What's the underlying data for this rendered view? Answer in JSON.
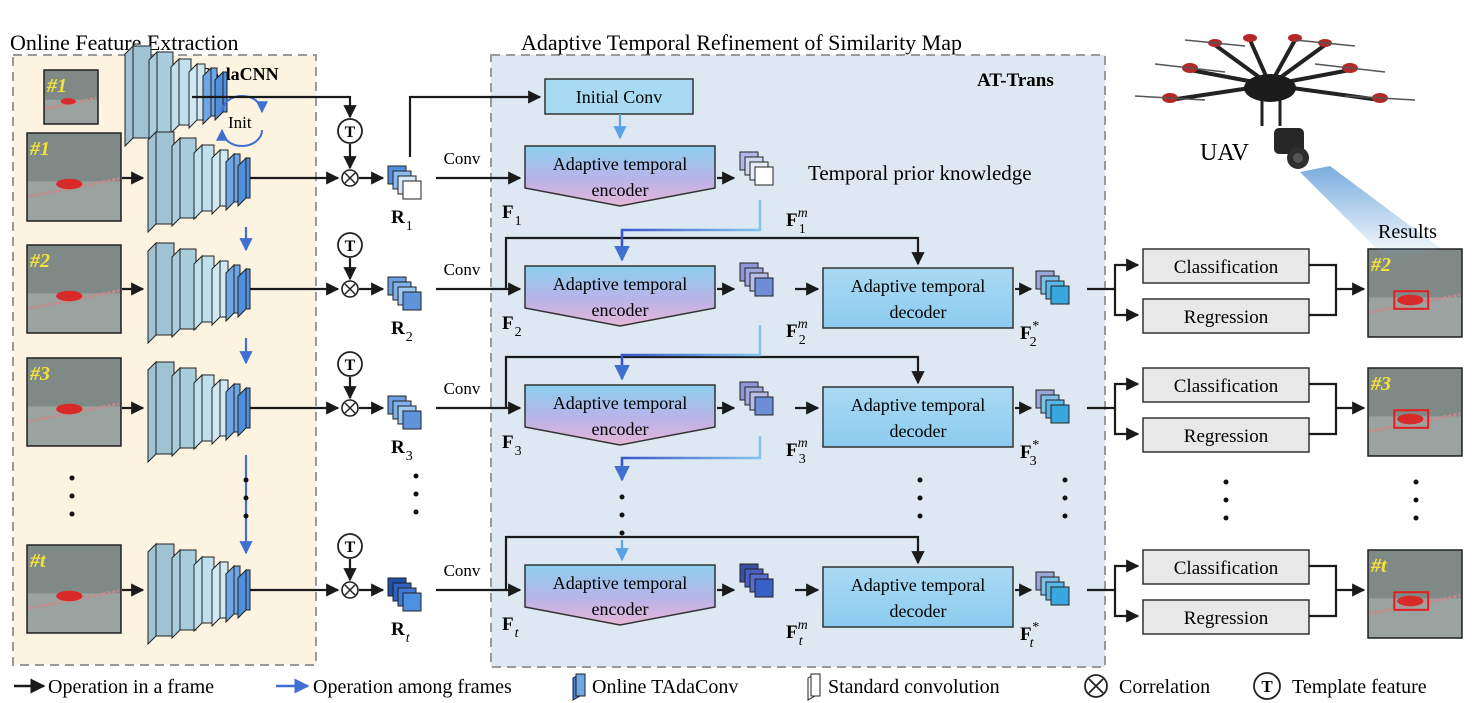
{
  "sections": {
    "online_title": "Online Feature Extraction",
    "adaptive_title": "Adaptive Temporal Refinement of Similarity Map",
    "tadacnn_label": "TAdaCNN",
    "attrans_label": "AT-Trans",
    "init_label": "Init",
    "uav_label": "UAV",
    "results_label": "Results",
    "temporal_prior": "Temporal prior knowledge",
    "initial_conv": "Initial Conv",
    "conv_label": "Conv",
    "template_symbol": "T"
  },
  "frames": [
    "#1",
    "#1",
    "#2",
    "#3",
    "#t"
  ],
  "result_frames": [
    "#2",
    "#3",
    "#t"
  ],
  "encoder_label": [
    "Adaptive temporal",
    "encoder"
  ],
  "decoder_label": [
    "Adaptive temporal",
    "decoder"
  ],
  "heads": {
    "classification": "Classification",
    "regression": "Regression"
  },
  "symbols": {
    "R": [
      "1",
      "2",
      "3",
      "t"
    ],
    "F": [
      "1",
      "2",
      "3",
      "t"
    ],
    "Fm": [
      "1",
      "2",
      "3",
      "t"
    ],
    "Fstar": [
      "2",
      "3",
      "t"
    ]
  },
  "legend": {
    "op_frame": "Operation in a frame",
    "op_among": "Operation among frames",
    "online_tada": "Online TAdaConv",
    "standard_conv": "Standard convolution",
    "correlation": "Correlation",
    "template": "Template feature"
  },
  "colors": {
    "online_panel": "#fdf3e1",
    "adaptive_panel": "#dde8f3",
    "arrow_dark": "#1a1a1a",
    "arrow_blue": "#3f6fd1",
    "head_box": "#e8e8e8",
    "bbox_red": "#e02020",
    "frame_yellow": "#f5e23a"
  }
}
